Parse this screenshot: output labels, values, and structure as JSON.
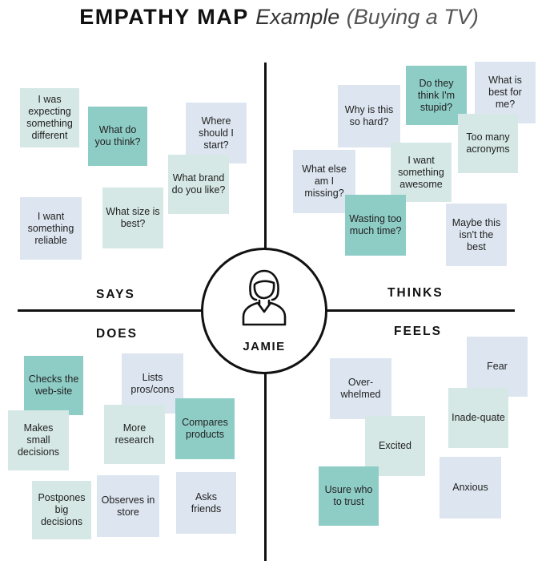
{
  "title": {
    "bold": "EMPATHY MAP",
    "italic": "Example",
    "paren": "(Buying a TV)"
  },
  "persona": {
    "name": "JAMIE",
    "icon": "person-icon"
  },
  "quadrants": {
    "says": {
      "label": "SAYS",
      "notes": [
        "I was expecting something different",
        "What do you think?",
        "Where should I start?",
        "What brand do you like?",
        "I want something reliable",
        "What size is best?"
      ]
    },
    "thinks": {
      "label": "THINKS",
      "notes": [
        "Do they think I'm stupid?",
        "What is best for me?",
        "Why is this so hard?",
        "Too many acronyms",
        "What else am I missing?",
        "I want something awesome",
        "Wasting too much time?",
        "Maybe this isn't the best"
      ]
    },
    "does": {
      "label": "DOES",
      "notes": [
        "Checks the web-site",
        "Lists pros/cons",
        "Makes small decisions",
        "More research",
        "Compares products",
        "Postpones big decisions",
        "Observes in store",
        "Asks friends"
      ]
    },
    "feels": {
      "label": "FEELS",
      "notes": [
        "Fear",
        "Over-whelmed",
        "Inade-quate",
        "Excited",
        "Usure who to trust",
        "Anxious"
      ]
    }
  },
  "colors": {
    "note_blue": "#dde6f0",
    "note_mint": "#d5e8e5",
    "note_teal": "#8ecdc6",
    "lines": "#111111"
  }
}
